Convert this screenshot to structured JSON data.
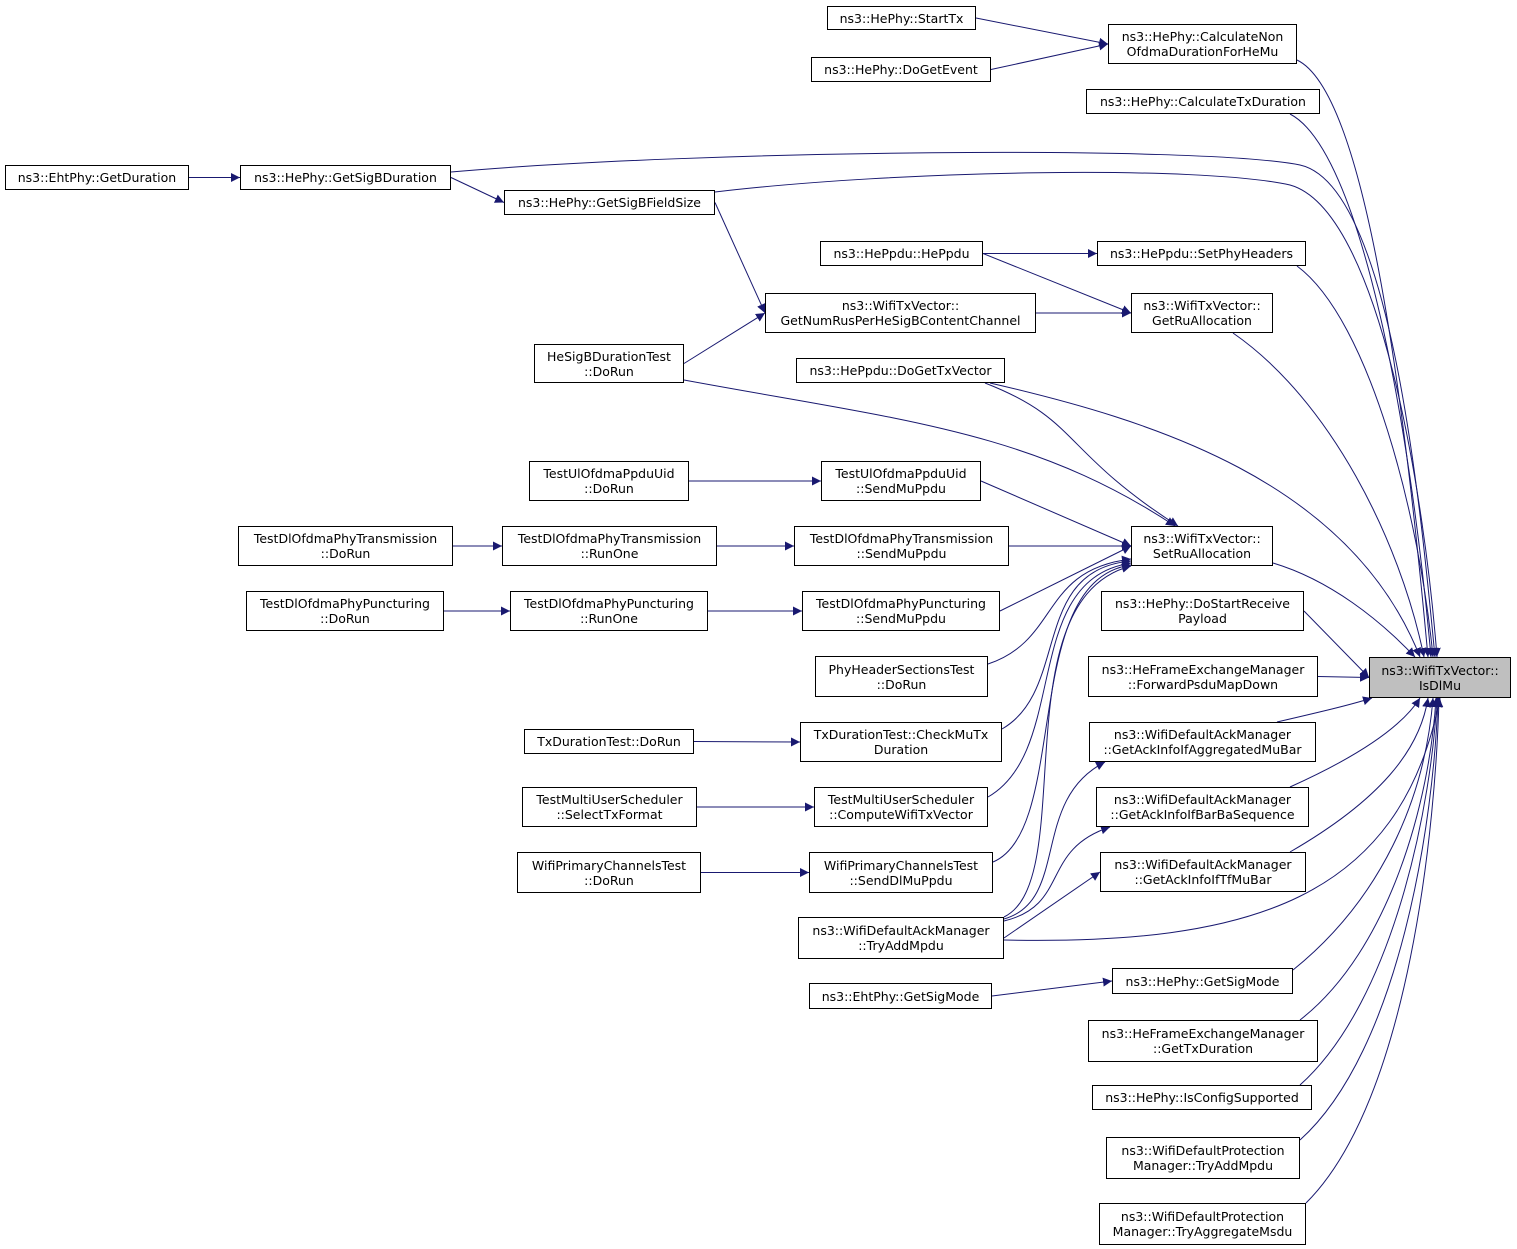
{
  "diagram": {
    "focus_node": "n_isdlmu",
    "colors": {
      "edge": "#191970",
      "node_border": "#000000",
      "node_fill": "#ffffff",
      "focus_fill": "#bfbfbf"
    },
    "nodes": [
      {
        "id": "n_isdlmu",
        "lines": [
          "ns3::WifiTxVector::",
          "IsDlMu"
        ]
      },
      {
        "id": "n_startTx",
        "lines": [
          "ns3::HePhy::StartTx"
        ]
      },
      {
        "id": "n_calcNonOfdma",
        "lines": [
          "ns3::HePhy::CalculateNon",
          "OfdmaDurationForHeMu"
        ]
      },
      {
        "id": "n_doGetEvent",
        "lines": [
          "ns3::HePhy::DoGetEvent"
        ]
      },
      {
        "id": "n_calcTxDur",
        "lines": [
          "ns3::HePhy::CalculateTxDuration"
        ]
      },
      {
        "id": "n_ehtGetDur",
        "lines": [
          "ns3::EhtPhy::GetDuration"
        ]
      },
      {
        "id": "n_sigBDur",
        "lines": [
          "ns3::HePhy::GetSigBDuration"
        ]
      },
      {
        "id": "n_sigBField",
        "lines": [
          "ns3::HePhy::GetSigBFieldSize"
        ]
      },
      {
        "id": "n_heppdu",
        "lines": [
          "ns3::HePpdu::HePpdu"
        ]
      },
      {
        "id": "n_setPhyHdr",
        "lines": [
          "ns3::HePpdu::SetPhyHeaders"
        ]
      },
      {
        "id": "n_numRus",
        "lines": [
          "ns3::WifiTxVector::",
          "GetNumRusPerHeSigBContentChannel"
        ]
      },
      {
        "id": "n_getRuAlloc",
        "lines": [
          "ns3::WifiTxVector::",
          "GetRuAllocation"
        ]
      },
      {
        "id": "n_sigBTest",
        "lines": [
          "HeSigBDurationTest",
          "::DoRun"
        ]
      },
      {
        "id": "n_doGetTxVec",
        "lines": [
          "ns3::HePpdu::DoGetTxVector"
        ]
      },
      {
        "id": "n_ulUidRun",
        "lines": [
          "TestUlOfdmaPpduUid",
          "::DoRun"
        ]
      },
      {
        "id": "n_ulUidSend",
        "lines": [
          "TestUlOfdmaPpduUid",
          "::SendMuPpdu"
        ]
      },
      {
        "id": "n_setRuAlloc",
        "lines": [
          "ns3::WifiTxVector::",
          "SetRuAllocation"
        ]
      },
      {
        "id": "n_dlTxRun",
        "lines": [
          "TestDlOfdmaPhyTransmission",
          "::DoRun"
        ]
      },
      {
        "id": "n_dlTxRunOne",
        "lines": [
          "TestDlOfdmaPhyTransmission",
          "::RunOne"
        ]
      },
      {
        "id": "n_dlTxSend",
        "lines": [
          "TestDlOfdmaPhyTransmission",
          "::SendMuPpdu"
        ]
      },
      {
        "id": "n_dlPuncRun",
        "lines": [
          "TestDlOfdmaPhyPuncturing",
          "::DoRun"
        ]
      },
      {
        "id": "n_dlPuncRunOne",
        "lines": [
          "TestDlOfdmaPhyPuncturing",
          "::RunOne"
        ]
      },
      {
        "id": "n_dlPuncSend",
        "lines": [
          "TestDlOfdmaPhyPuncturing",
          "::SendMuPpdu"
        ]
      },
      {
        "id": "n_doStartRx",
        "lines": [
          "ns3::HePhy::DoStartReceive",
          "Payload"
        ]
      },
      {
        "id": "n_phyHdrTest",
        "lines": [
          "PhyHeaderSectionsTest",
          "::DoRun"
        ]
      },
      {
        "id": "n_fwdPsdu",
        "lines": [
          "ns3::HeFrameExchangeManager",
          "::ForwardPsduMapDown"
        ]
      },
      {
        "id": "n_txDurRun",
        "lines": [
          "TxDurationTest::DoRun"
        ]
      },
      {
        "id": "n_checkMuTx",
        "lines": [
          "TxDurationTest::CheckMuTx",
          "Duration"
        ]
      },
      {
        "id": "n_ackAggMuBar",
        "lines": [
          "ns3::WifiDefaultAckManager",
          "::GetAckInfoIfAggregatedMuBar"
        ]
      },
      {
        "id": "n_selTxFmt",
        "lines": [
          "TestMultiUserScheduler",
          "::SelectTxFormat"
        ]
      },
      {
        "id": "n_compTxVec",
        "lines": [
          "TestMultiUserScheduler",
          "::ComputeWifiTxVector"
        ]
      },
      {
        "id": "n_ackBarBa",
        "lines": [
          "ns3::WifiDefaultAckManager",
          "::GetAckInfoIfBarBaSequence"
        ]
      },
      {
        "id": "n_primRun",
        "lines": [
          "WifiPrimaryChannelsTest",
          "::DoRun"
        ]
      },
      {
        "id": "n_primSend",
        "lines": [
          "WifiPrimaryChannelsTest",
          "::SendDlMuPpdu"
        ]
      },
      {
        "id": "n_ackTfMuBar",
        "lines": [
          "ns3::WifiDefaultAckManager",
          "::GetAckInfoIfTfMuBar"
        ]
      },
      {
        "id": "n_ackTryAdd",
        "lines": [
          "ns3::WifiDefaultAckManager",
          "::TryAddMpdu"
        ]
      },
      {
        "id": "n_ehtSigMode",
        "lines": [
          "ns3::EhtPhy::GetSigMode"
        ]
      },
      {
        "id": "n_heSigMode",
        "lines": [
          "ns3::HePhy::GetSigMode"
        ]
      },
      {
        "id": "n_getTxDur",
        "lines": [
          "ns3::HeFrameExchangeManager",
          "::GetTxDuration"
        ]
      },
      {
        "id": "n_isCfgSup",
        "lines": [
          "ns3::HePhy::IsConfigSupported"
        ]
      },
      {
        "id": "n_protTryAdd",
        "lines": [
          "ns3::WifiDefaultProtection",
          "Manager::TryAddMpdu"
        ]
      },
      {
        "id": "n_protTryAgg",
        "lines": [
          "ns3::WifiDefaultProtection",
          "Manager::TryAggregateMsdu"
        ]
      }
    ],
    "edges": [
      {
        "from": "n_startTx",
        "to": "n_calcNonOfdma"
      },
      {
        "from": "n_doGetEvent",
        "to": "n_calcNonOfdma"
      },
      {
        "from": "n_ehtGetDur",
        "to": "n_sigBDur"
      },
      {
        "from": "n_sigBDur",
        "to": "n_sigBField"
      },
      {
        "from": "n_sigBField",
        "to": "n_numRus"
      },
      {
        "from": "n_heppdu",
        "to": "n_setPhyHdr"
      },
      {
        "from": "n_heppdu",
        "to": "n_getRuAlloc"
      },
      {
        "from": "n_numRus",
        "to": "n_getRuAlloc"
      },
      {
        "from": "n_sigBTest",
        "to": "n_numRus"
      },
      {
        "from": "n_sigBTest",
        "to": "n_setRuAlloc"
      },
      {
        "from": "n_doGetTxVec",
        "to": "n_setRuAlloc"
      },
      {
        "from": "n_ulUidRun",
        "to": "n_ulUidSend"
      },
      {
        "from": "n_ulUidSend",
        "to": "n_setRuAlloc"
      },
      {
        "from": "n_dlTxRun",
        "to": "n_dlTxRunOne"
      },
      {
        "from": "n_dlTxRunOne",
        "to": "n_dlTxSend"
      },
      {
        "from": "n_dlTxSend",
        "to": "n_setRuAlloc"
      },
      {
        "from": "n_dlPuncRun",
        "to": "n_dlPuncRunOne"
      },
      {
        "from": "n_dlPuncRunOne",
        "to": "n_dlPuncSend"
      },
      {
        "from": "n_dlPuncSend",
        "to": "n_setRuAlloc"
      },
      {
        "from": "n_phyHdrTest",
        "to": "n_setRuAlloc"
      },
      {
        "from": "n_txDurRun",
        "to": "n_checkMuTx"
      },
      {
        "from": "n_checkMuTx",
        "to": "n_setRuAlloc"
      },
      {
        "from": "n_selTxFmt",
        "to": "n_compTxVec"
      },
      {
        "from": "n_compTxVec",
        "to": "n_setRuAlloc"
      },
      {
        "from": "n_primRun",
        "to": "n_primSend"
      },
      {
        "from": "n_primSend",
        "to": "n_setRuAlloc"
      },
      {
        "from": "n_ackTryAdd",
        "to": "n_setRuAlloc"
      },
      {
        "from": "n_ackTryAdd",
        "to": "n_ackAggMuBar"
      },
      {
        "from": "n_ackTryAdd",
        "to": "n_ackBarBa"
      },
      {
        "from": "n_ackTryAdd",
        "to": "n_ackTfMuBar"
      },
      {
        "from": "n_ehtSigMode",
        "to": "n_heSigMode"
      },
      {
        "from": "n_calcNonOfdma",
        "to": "n_isdlmu"
      },
      {
        "from": "n_calcTxDur",
        "to": "n_isdlmu"
      },
      {
        "from": "n_sigBDur",
        "to": "n_isdlmu"
      },
      {
        "from": "n_sigBField",
        "to": "n_isdlmu"
      },
      {
        "from": "n_setPhyHdr",
        "to": "n_isdlmu"
      },
      {
        "from": "n_getRuAlloc",
        "to": "n_isdlmu"
      },
      {
        "from": "n_doGetTxVec",
        "to": "n_isdlmu"
      },
      {
        "from": "n_setRuAlloc",
        "to": "n_isdlmu"
      },
      {
        "from": "n_doStartRx",
        "to": "n_isdlmu"
      },
      {
        "from": "n_fwdPsdu",
        "to": "n_isdlmu"
      },
      {
        "from": "n_ackAggMuBar",
        "to": "n_isdlmu"
      },
      {
        "from": "n_ackBarBa",
        "to": "n_isdlmu"
      },
      {
        "from": "n_ackTfMuBar",
        "to": "n_isdlmu"
      },
      {
        "from": "n_ackTryAdd",
        "to": "n_isdlmu"
      },
      {
        "from": "n_heSigMode",
        "to": "n_isdlmu"
      },
      {
        "from": "n_getTxDur",
        "to": "n_isdlmu"
      },
      {
        "from": "n_isCfgSup",
        "to": "n_isdlmu"
      },
      {
        "from": "n_protTryAdd",
        "to": "n_isdlmu"
      },
      {
        "from": "n_protTryAgg",
        "to": "n_isdlmu"
      }
    ]
  }
}
